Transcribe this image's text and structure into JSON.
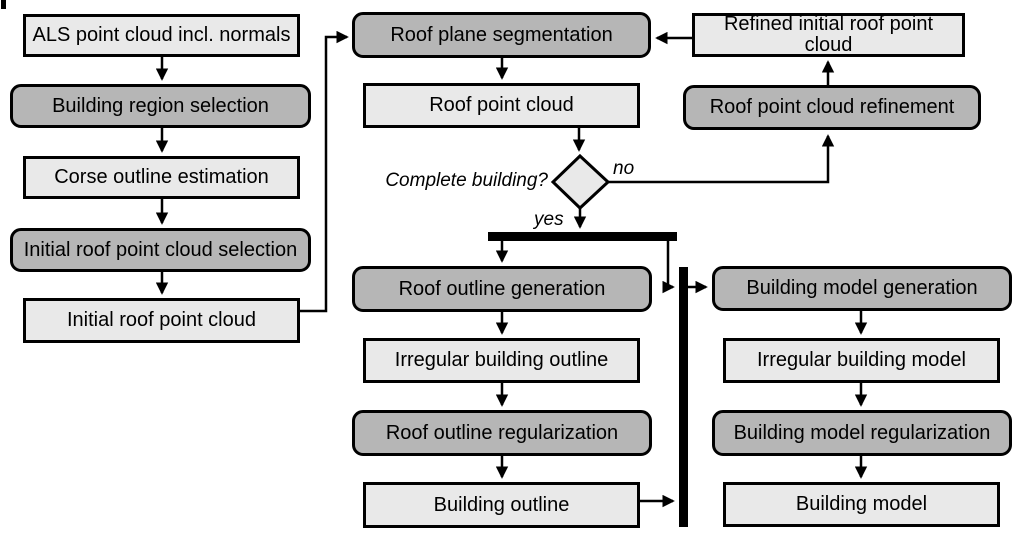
{
  "colors": {
    "background": "#ffffff",
    "line": "#000000",
    "process_fill": "#b6b6b6",
    "data_fill": "#e9e9e9"
  },
  "nodes": {
    "als_point_cloud": {
      "label": "ALS point cloud incl. normals",
      "kind": "data"
    },
    "building_region_selection": {
      "label": "Building region selection",
      "kind": "process"
    },
    "corse_outline_estimation": {
      "label": "Corse outline estimation",
      "kind": "data"
    },
    "initial_roof_point_cloud_selection": {
      "label": "Initial roof point cloud selection",
      "kind": "process"
    },
    "initial_roof_point_cloud": {
      "label": "Initial roof point cloud",
      "kind": "data"
    },
    "roof_plane_segmentation": {
      "label": "Roof plane segmentation",
      "kind": "process"
    },
    "roof_point_cloud": {
      "label": "Roof point cloud",
      "kind": "data"
    },
    "refined_initial_roof_point_cloud": {
      "label": "Refined initial roof point cloud",
      "kind": "data"
    },
    "roof_point_cloud_refinement": {
      "label": "Roof point cloud refinement",
      "kind": "process"
    },
    "roof_outline_generation": {
      "label": "Roof outline generation",
      "kind": "process"
    },
    "irregular_building_outline": {
      "label": "Irregular building outline",
      "kind": "data"
    },
    "roof_outline_regularization": {
      "label": "Roof outline regularization",
      "kind": "process"
    },
    "building_outline": {
      "label": "Building outline",
      "kind": "data"
    },
    "building_model_generation": {
      "label": "Building model generation",
      "kind": "process"
    },
    "irregular_building_model": {
      "label": "Irregular building model",
      "kind": "data"
    },
    "building_model_regularization": {
      "label": "Building model regularization",
      "kind": "process"
    },
    "building_model": {
      "label": "Building model",
      "kind": "data"
    }
  },
  "decision": {
    "question": "Complete building?",
    "no_label": "no",
    "yes_label": "yes"
  }
}
